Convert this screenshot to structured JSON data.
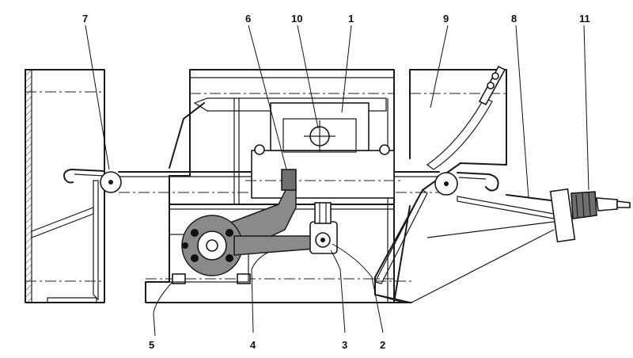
{
  "labels": {
    "l1": "1",
    "l2": "2",
    "l3": "3",
    "l4": "4",
    "l5": "5",
    "l6": "6",
    "l7": "7",
    "l8": "8",
    "l9": "9",
    "l10": "10",
    "l11": "11"
  },
  "colors": {
    "line": "#1a1a1a",
    "shade": "#8a8a8a",
    "background": "#ffffff"
  }
}
